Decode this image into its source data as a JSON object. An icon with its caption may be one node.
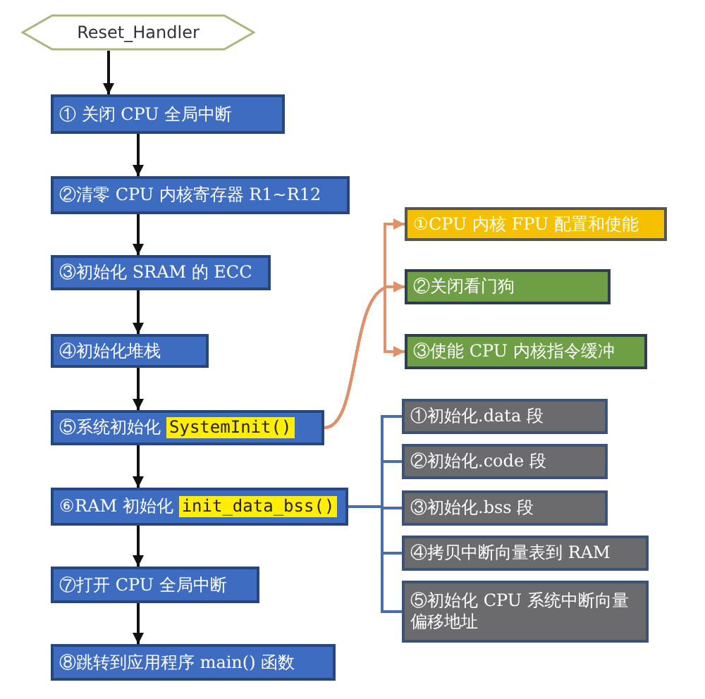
{
  "diagram": {
    "nodes": [
      {
        "text": [
          "Reset_Handler"
        ]
      },
      {
        "text": [
          "① 关闭 CPU 全局中断"
        ]
      },
      {
        "text": [
          "②清零 CPU 内核寄存器 R1~R12"
        ]
      },
      {
        "text": [
          "③初始化 SRAM 的 ECC"
        ]
      },
      {
        "text": [
          "④初始化堆栈"
        ]
      },
      {
        "text": [
          "⑤系统初始化",
          "SystemInit()"
        ]
      },
      {
        "text": [
          "⑥RAM 初始化",
          "init_data_bss()"
        ]
      },
      {
        "text": [
          "⑦打开 CPU 全局中断"
        ]
      },
      {
        "text": [
          "⑧跳转到应用程序 main() 函数"
        ]
      },
      {
        "text": [
          "①CPU 内核 FPU 配置和使能"
        ]
      },
      {
        "text": [
          "②关闭看门狗"
        ]
      },
      {
        "text": [
          "③使能 CPU 内核指令缓冲"
        ]
      },
      {
        "text": [
          "①初始化.data 段"
        ]
      },
      {
        "text": [
          "②初始化.code 段"
        ]
      },
      {
        "text": [
          "③初始化.bss 段"
        ]
      },
      {
        "text": [
          "④拷贝中断向量表到 RAM"
        ]
      },
      {
        "text": [
          "⑤初始化 CPU 系统中断向量偏移地址"
        ]
      }
    ],
    "edges": [
      {
        "from": 0,
        "to": 1,
        "arrow": "to"
      },
      {
        "from": 1,
        "to": 2,
        "arrow": "to"
      },
      {
        "from": 2,
        "to": 3,
        "arrow": "to"
      },
      {
        "from": 3,
        "to": 4,
        "arrow": "to"
      },
      {
        "from": 4,
        "to": 5,
        "arrow": "to"
      },
      {
        "from": 5,
        "to": 6,
        "arrow": "to"
      },
      {
        "from": 6,
        "to": 7,
        "arrow": "to"
      },
      {
        "from": 7,
        "to": 8,
        "arrow": "to"
      },
      {
        "from": 5,
        "to": 9,
        "arrow": "to",
        "color": "#e0916a"
      },
      {
        "from": 5,
        "to": 10,
        "arrow": "to",
        "color": "#e0916a"
      },
      {
        "from": 5,
        "to": 11,
        "arrow": "to",
        "color": "#e0916a"
      },
      {
        "from": 6,
        "to": 12,
        "arrow": "none",
        "color": "#4a6fa8"
      },
      {
        "from": 6,
        "to": 13,
        "arrow": "none",
        "color": "#4a6fa8"
      },
      {
        "from": 6,
        "to": 14,
        "arrow": "none",
        "color": "#4a6fa8"
      },
      {
        "from": 6,
        "to": 15,
        "arrow": "none",
        "color": "#4a6fa8"
      },
      {
        "from": 6,
        "to": 16,
        "arrow": "none",
        "color": "#4a6fa8"
      }
    ]
  }
}
